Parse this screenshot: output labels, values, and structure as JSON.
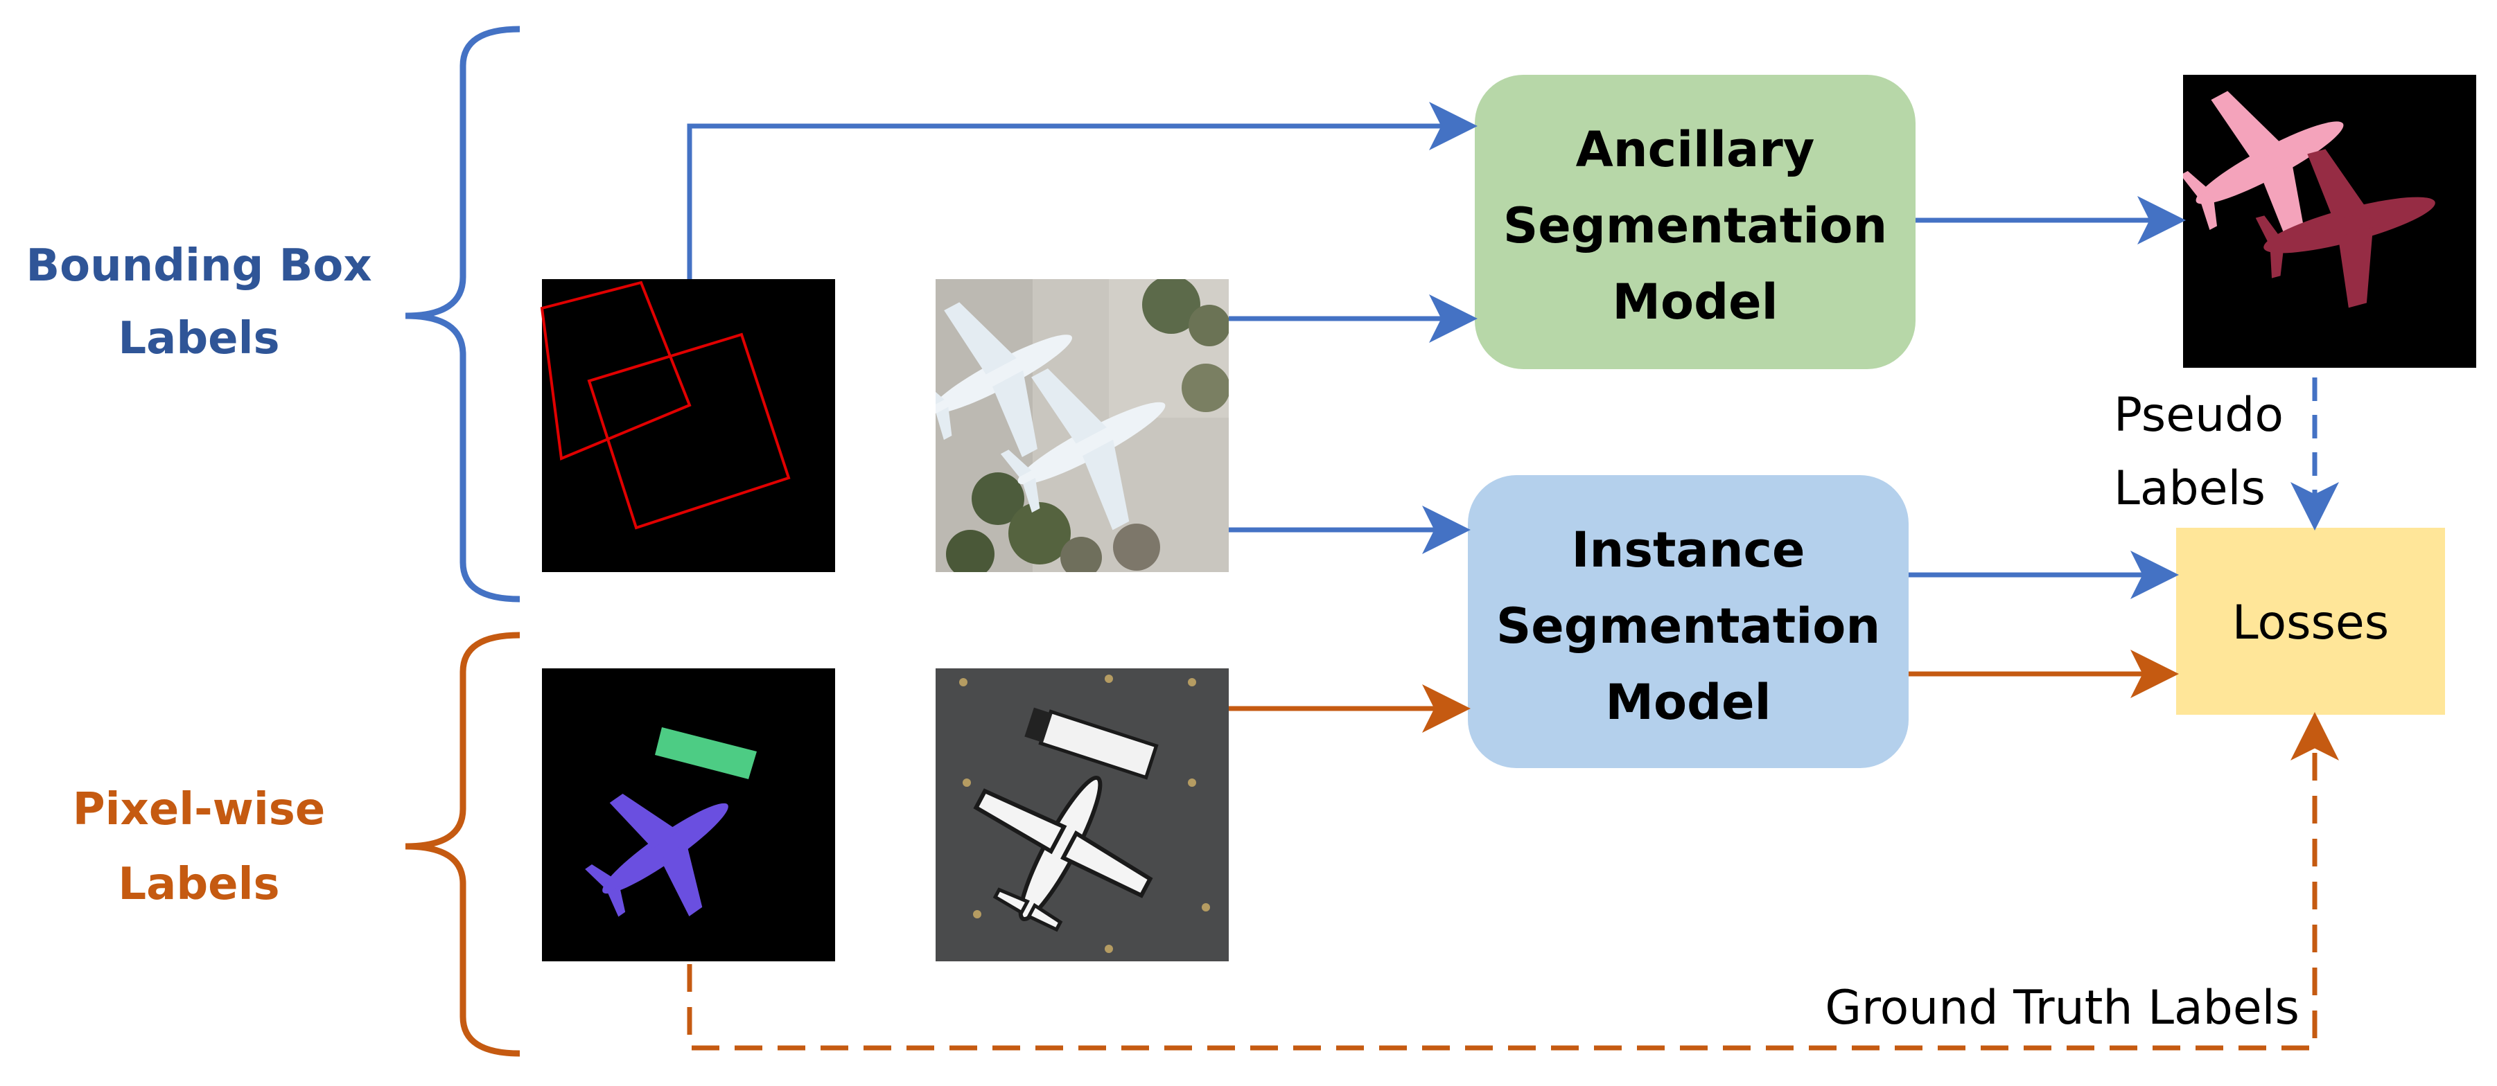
{
  "labels": {
    "bbox_line1": "Bounding Box",
    "bbox_line2": "Labels",
    "pixel_line1": "Pixel-wise",
    "pixel_line2": "Labels",
    "pseudo_line1": "Pseudo",
    "pseudo_line2": "Labels",
    "ground_truth": "Ground Truth Labels"
  },
  "boxes": {
    "ancillary": {
      "line1": "Ancillary",
      "line2": "Segmentation",
      "line3": "Model"
    },
    "instance": {
      "line1": "Instance",
      "line2": "Segmentation",
      "line3": "Model"
    },
    "losses": "Losses"
  },
  "colors": {
    "blue_arrow": "#4472c4",
    "orange_arrow": "#c55a11",
    "blue_text": "#2f5597",
    "orange_text": "#c55a11",
    "ancillary_fill": "#b7d7a8",
    "instance_fill": "#b4d0ec",
    "losses_fill": "#ffe699",
    "bbox_outline": "#e00000",
    "pseudo_plane_1": "#f4a3bb",
    "pseudo_plane_2": "#962c44",
    "gt_plane": "#6a4fe0",
    "gt_vehicle": "#4dcc84"
  },
  "icons": {
    "bbox_image": "bounding-box-label-image",
    "aerial_image_1": "aerial-airplanes-photo",
    "pixel_image": "pixel-mask-label-image",
    "aerial_image_2": "aerial-airplane-truck-photo",
    "pseudo_image": "pseudo-label-mask-image"
  }
}
